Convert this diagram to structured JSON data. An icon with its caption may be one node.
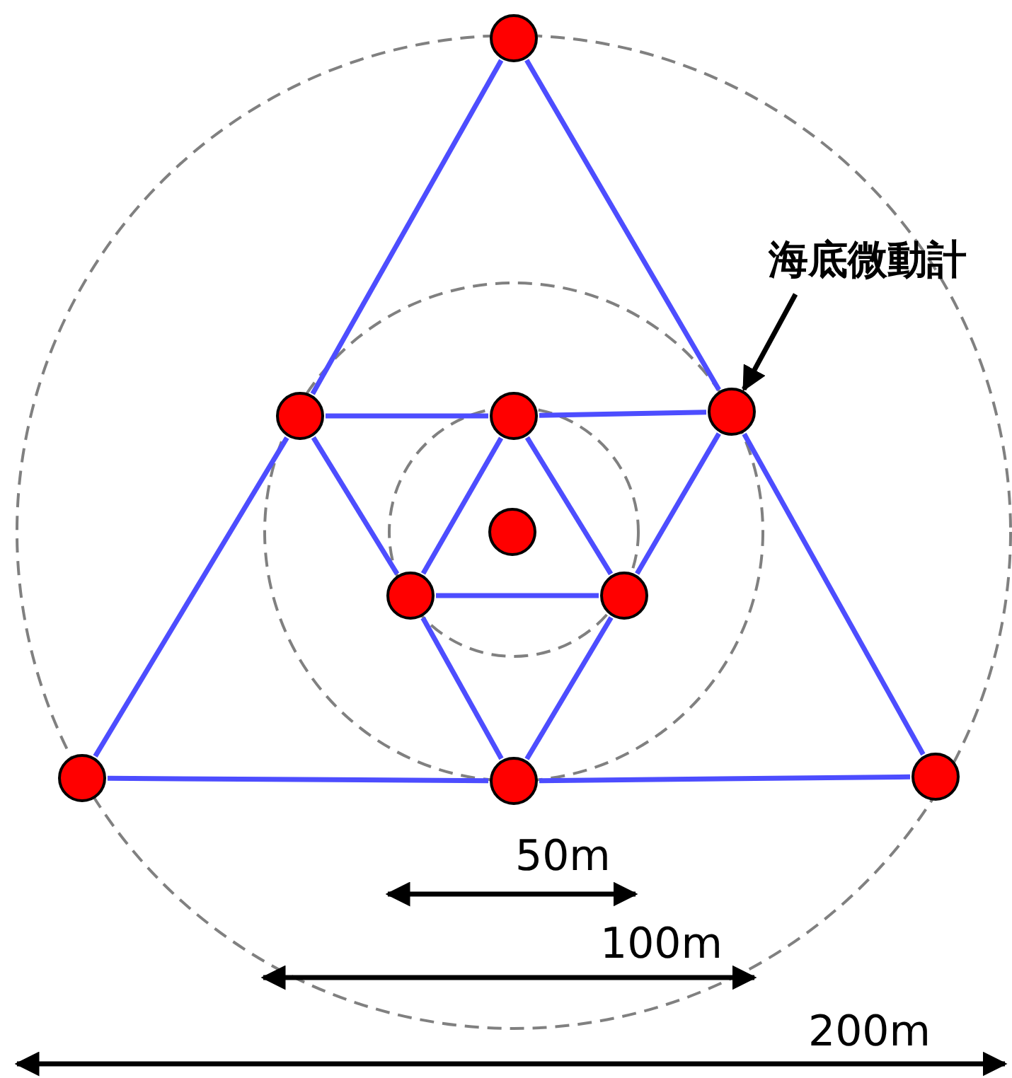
{
  "diagram": {
    "nodes": [
      {
        "text": [],
        "shape": "circle"
      },
      {
        "text": [],
        "shape": "circle"
      },
      {
        "text": [],
        "shape": "circle"
      },
      {
        "text": [],
        "shape": "circle"
      },
      {
        "text": [],
        "shape": "circle"
      },
      {
        "text": [],
        "shape": "circle"
      },
      {
        "text": [],
        "shape": "circle"
      },
      {
        "text": [],
        "shape": "circle"
      },
      {
        "text": [],
        "shape": "circle"
      },
      {
        "text": [],
        "shape": "circle"
      },
      {
        "text": [
          "海底微動計"
        ]
      }
    ],
    "edges": [
      {
        "from": 0,
        "to": 1,
        "arrow": "none"
      },
      {
        "from": 1,
        "to": 7,
        "arrow": "none"
      },
      {
        "from": 0,
        "to": 3,
        "arrow": "none"
      },
      {
        "from": 3,
        "to": 9,
        "arrow": "none"
      },
      {
        "from": 7,
        "to": 8,
        "arrow": "none"
      },
      {
        "from": 8,
        "to": 9,
        "arrow": "none"
      },
      {
        "from": 1,
        "to": 2,
        "arrow": "none"
      },
      {
        "from": 2,
        "to": 3,
        "arrow": "none"
      },
      {
        "from": 1,
        "to": 5,
        "arrow": "none"
      },
      {
        "from": 5,
        "to": 8,
        "arrow": "none"
      },
      {
        "from": 3,
        "to": 6,
        "arrow": "none"
      },
      {
        "from": 6,
        "to": 8,
        "arrow": "none"
      },
      {
        "from": 2,
        "to": 5,
        "arrow": "none"
      },
      {
        "from": 2,
        "to": 6,
        "arrow": "none"
      },
      {
        "from": 5,
        "to": 6,
        "arrow": "none"
      },
      {
        "from": 10,
        "to": 3,
        "arrow": "to",
        "color": "#000000"
      }
    ],
    "labels": [
      "50m",
      "100m",
      "200m"
    ]
  }
}
